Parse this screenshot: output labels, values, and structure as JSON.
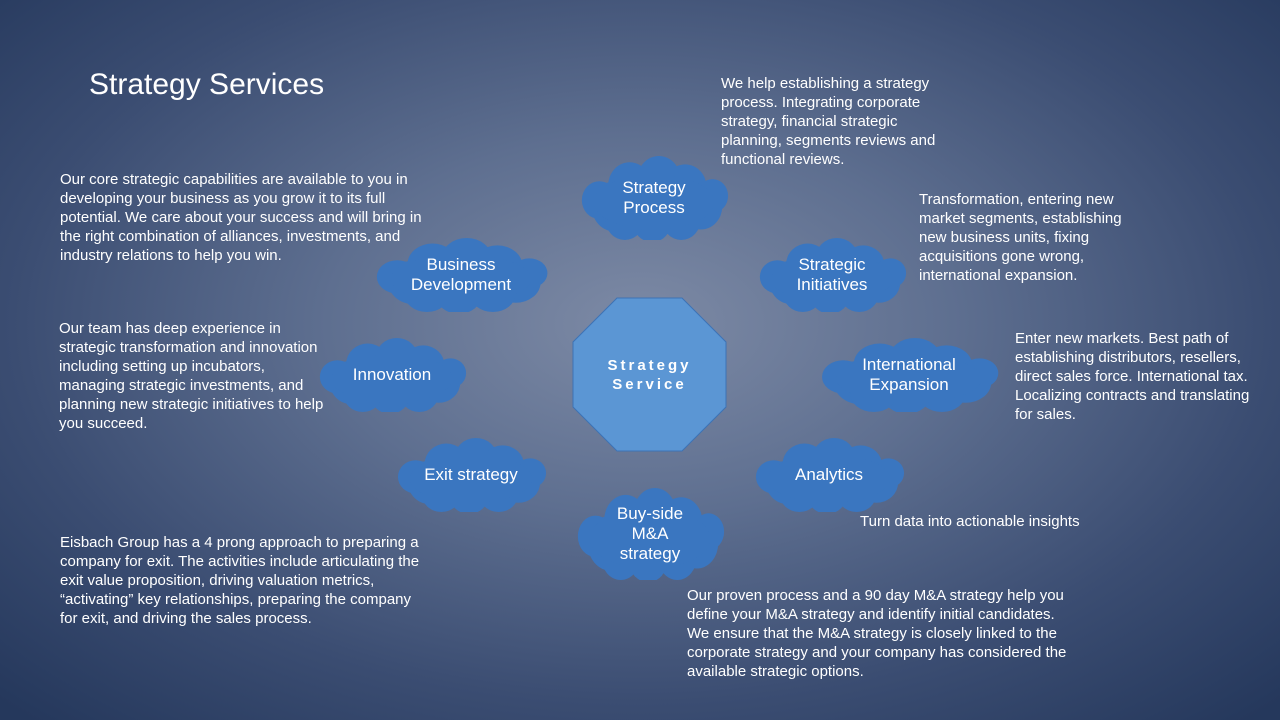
{
  "slide": {
    "title": "Strategy Services",
    "center": "Strategy\nService",
    "nodes": {
      "strategy_process": "Strategy\nProcess",
      "business_development": "Business\nDevelopment",
      "strategic_initiatives": "Strategic\nInitiatives",
      "innovation": "Innovation",
      "international_expansion": "International\nExpansion",
      "exit_strategy": "Exit strategy",
      "analytics": "Analytics",
      "buy_side": "Buy-side\nM&A\nstrategy"
    },
    "descriptions": {
      "strategy_process": "We help establishing a strategy process.  Integrating corporate strategy, financial strategic planning, segments reviews and functional reviews.",
      "business_development": "Our core strategic capabilities are available to you in developing your business as you grow it to its full potential. We care about your success and will bring in the right combination of alliances, investments, and industry relations to help you win.",
      "strategic_initiatives": "Transformation, entering new market segments, establishing new business units, fixing acquisitions gone wrong, international expansion.",
      "innovation": "Our team has deep experience in strategic transformation and innovation including setting up incubators, managing strategic investments, and planning new strategic initiatives to help you succeed.",
      "international_expansion": "Enter new markets.  Best path of establishing distributors, resellers, direct sales force.  International tax.  Localizing contracts and translating for sales.",
      "analytics": "Turn data into actionable insights",
      "exit_strategy": "Eisbach Group has a 4 prong approach to preparing a company for exit. The activities include articulating the exit value proposition, driving valuation metrics, “activating” key relationships, preparing the company for exit, and driving the sales process.",
      "buy_side": "Our proven process and a 90 day M&A strategy help you define your M&A strategy and identify initial candidates. We ensure that the M&A strategy is closely linked to the corporate strategy and your company has considered the available strategic options."
    },
    "colors": {
      "cloud_fill": "#3a76c0",
      "cloud_stroke": "#2a5a99",
      "octagon_fill": "#5b96d4",
      "octagon_stroke": "#3d73b5"
    }
  }
}
